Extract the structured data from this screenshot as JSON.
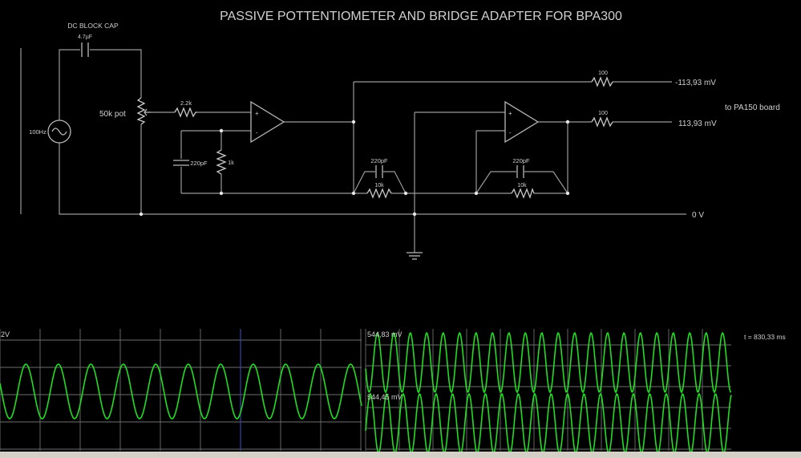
{
  "title": "PASSIVE POTTENTIOMETER AND BRIDGE ADAPTER FOR BPA300",
  "labels": {
    "dc_block_cap": "DC BLOCK CAP",
    "cap_in": "4.7µF",
    "source": "100Hz",
    "pot": "50k pot",
    "r_in": "2.2k",
    "c_filter": "220pF",
    "r_filter": "1k",
    "c_fb1": "220pF",
    "r_fb1": "10k",
    "c_fb2": "220pF",
    "r_fb2": "10k",
    "r_out_top": "100",
    "r_out_bottom": "100",
    "vout_top": "-113,93 mV",
    "vout_bottom": "113,93 mV",
    "ground_rail": "0 V",
    "destination": "to PA150 board",
    "opamp_plus": "+",
    "opamp_minus": "-"
  },
  "scopes": {
    "left_label": "2V",
    "right_top_label": "544,83 mV",
    "right_bottom_label": "544,45 mV",
    "time_readout": "t = 830,33 ms"
  },
  "colors": {
    "background": "#000000",
    "trace": "#22dd22",
    "wire": "#9a9a9a"
  }
}
